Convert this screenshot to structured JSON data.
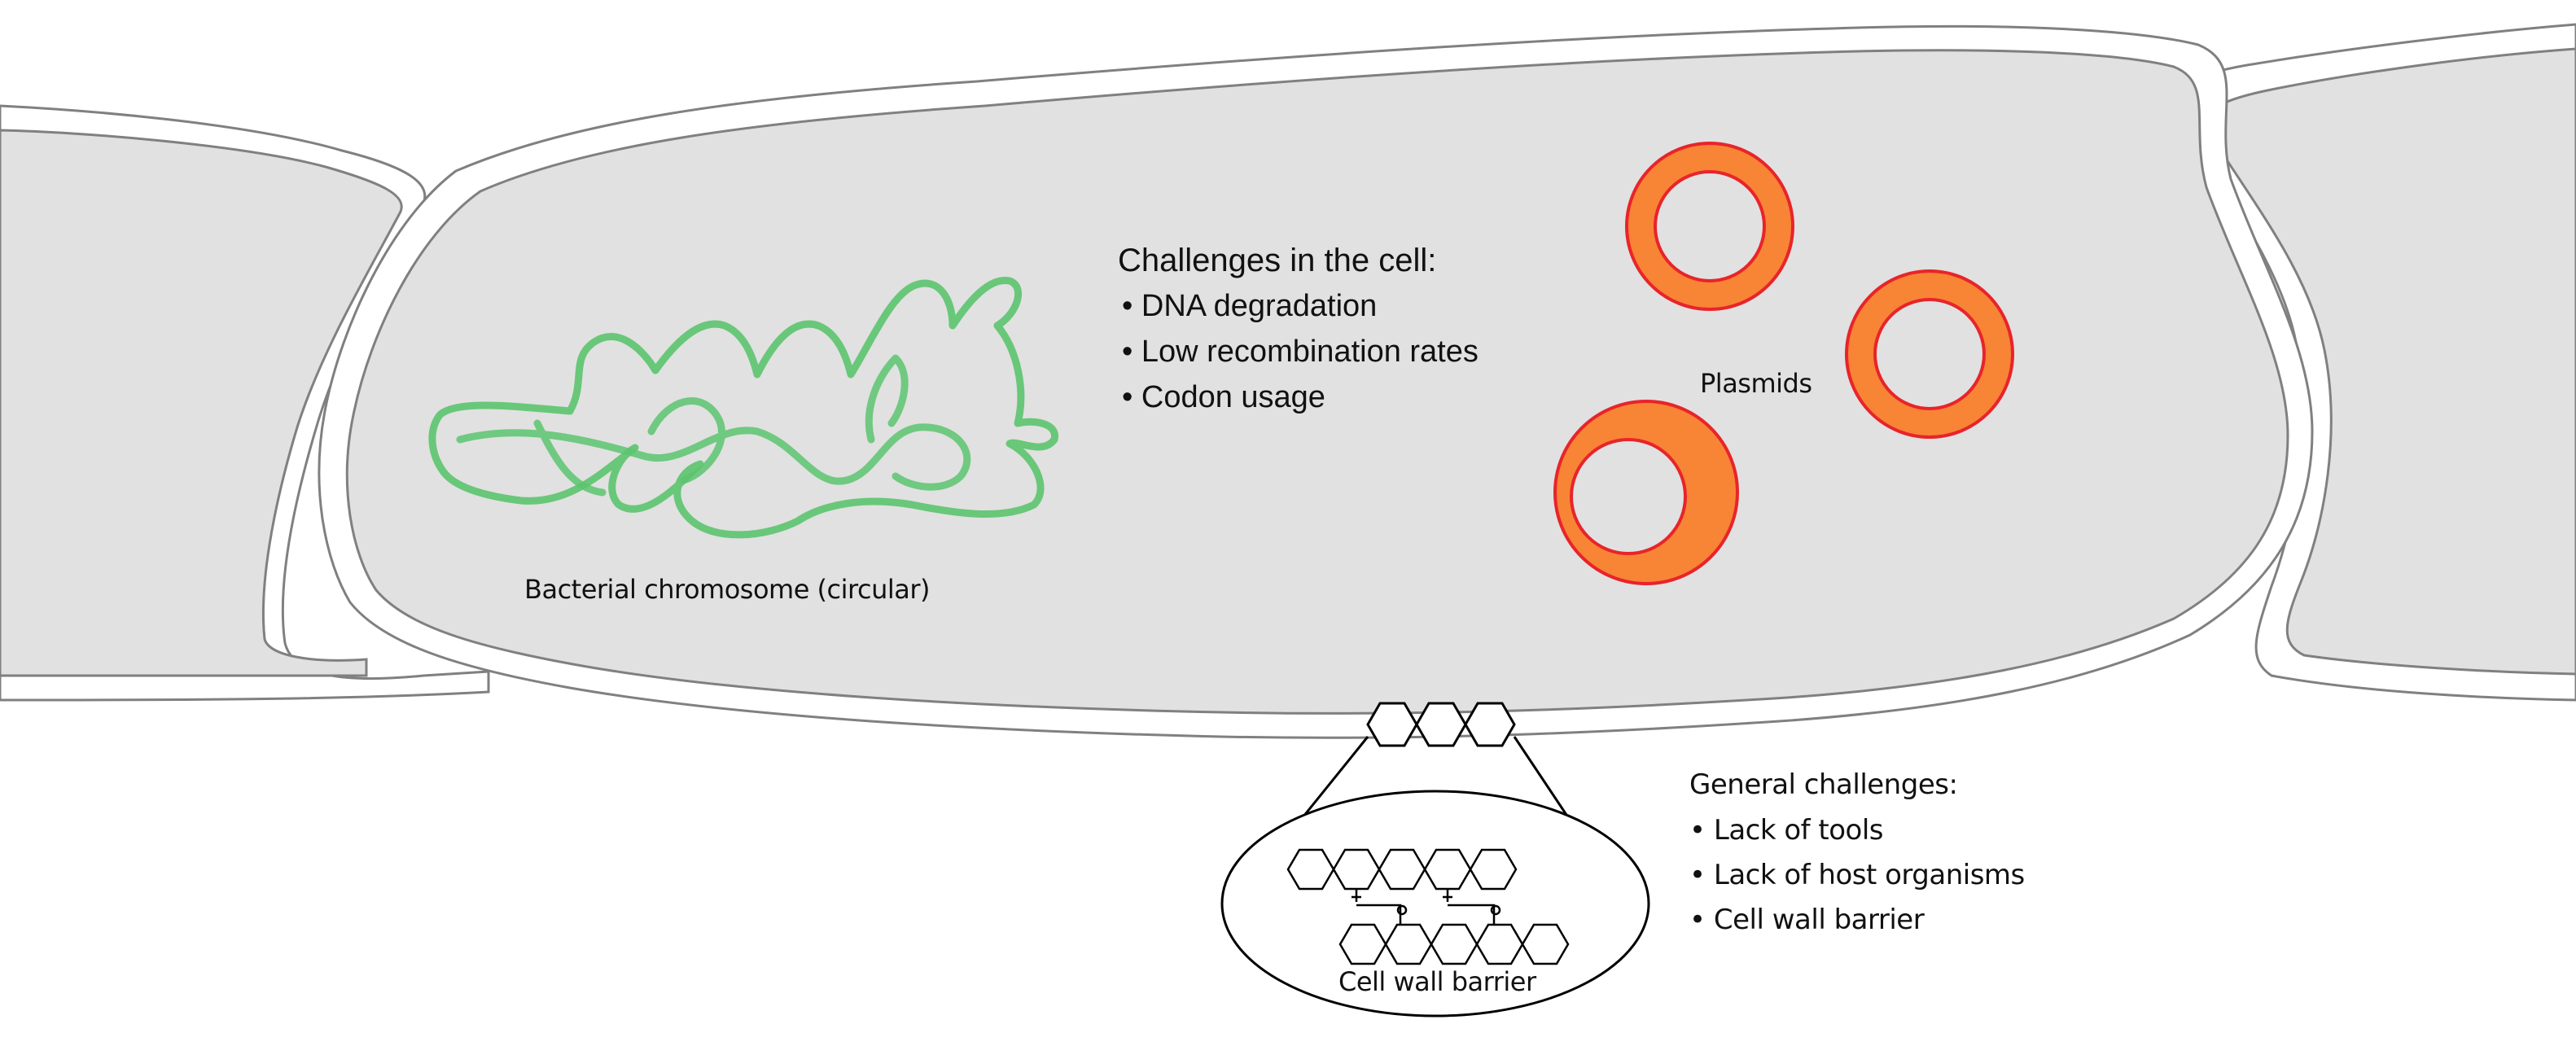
{
  "labels": {
    "chromosome": "Bacterial chromosome (circular)",
    "plasmids": "Plasmids",
    "cell_wall": "Cell wall barrier"
  },
  "cell_challenges": {
    "title": "Challenges in the cell:",
    "items": [
      "DNA degradation",
      "Low recombination rates",
      "Codon usage"
    ]
  },
  "general_challenges": {
    "title": "General challenges:",
    "items": [
      "Lack of tools",
      "Lack of host organisms",
      "Cell wall barrier"
    ]
  },
  "bullet": "•",
  "colors": {
    "cell_fill": "#e1e1e1",
    "cell_outline": "#808080",
    "chromosome": "#5cc46e",
    "plasmid_fill": "#f88435",
    "plasmid_outline": "#e8242a",
    "line": "#000000"
  }
}
